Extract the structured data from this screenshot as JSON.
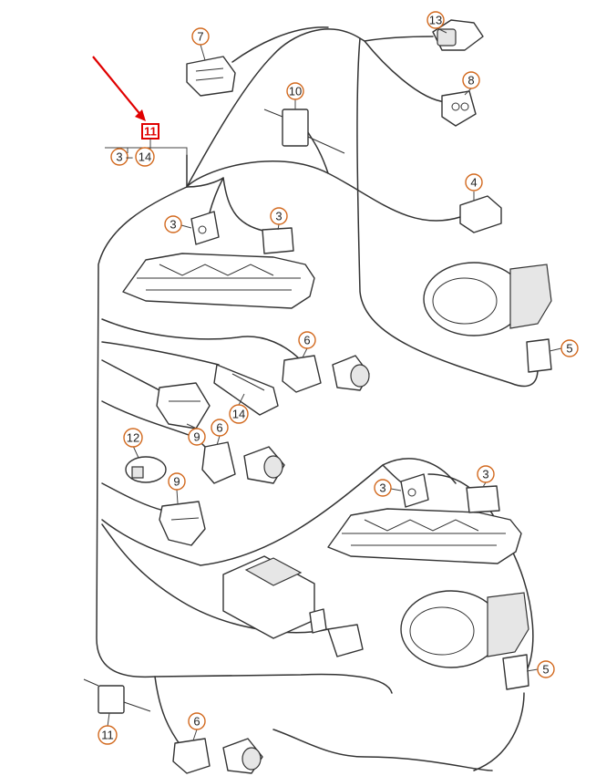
{
  "highlight": {
    "label": "11",
    "color": "#e00000"
  },
  "callout_color": "#d2691e",
  "callouts": {
    "c13": "13",
    "c7": "7",
    "c8": "8",
    "c10": "10",
    "c3_group": "3",
    "c14_group": "14",
    "c4": "4",
    "c3_a": "3",
    "c3_b": "3",
    "c5_a": "5",
    "c6_a": "6",
    "c14_b": "14",
    "c9_a": "9",
    "c6_b": "6",
    "c12": "12",
    "c9_b": "9",
    "c3_c": "3",
    "c3_d": "3",
    "c5_b": "5",
    "c11_b": "11",
    "c6_c": "6"
  }
}
